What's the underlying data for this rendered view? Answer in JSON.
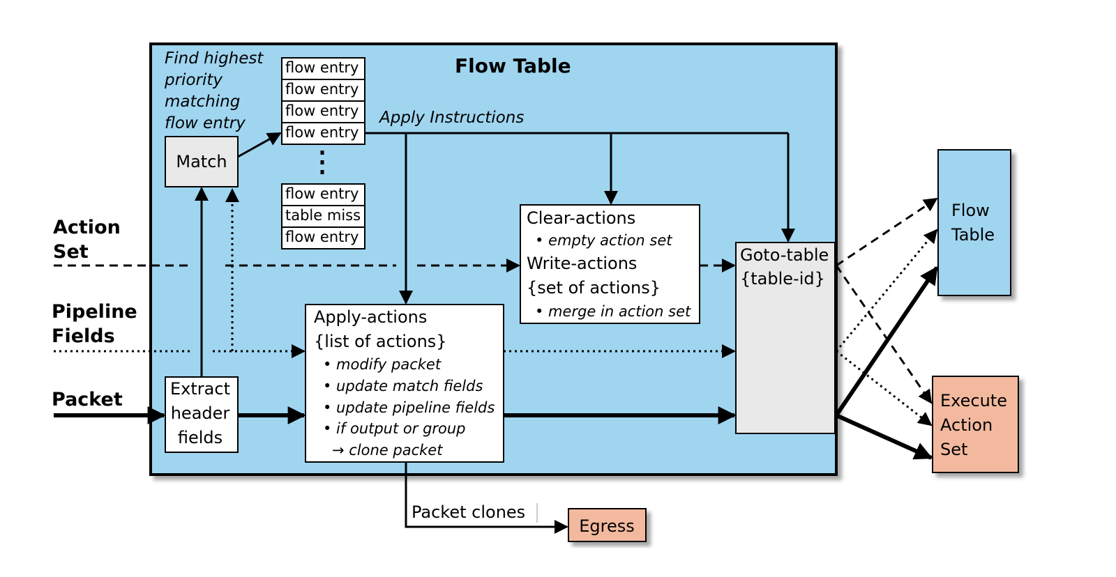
{
  "flow_table": {
    "title": "Flow Table",
    "find_text": [
      "Find highest",
      "priority",
      "matching",
      "flow entry"
    ],
    "match_label": "Match",
    "entries_top": [
      "flow entry",
      "flow entry",
      "flow entry",
      "flow entry"
    ],
    "entries_bottom": [
      "flow entry",
      "table miss",
      "flow entry"
    ],
    "apply_instructions": "Apply Instructions",
    "extract_label": [
      "Extract",
      "header",
      "fields"
    ],
    "clear_actions": {
      "title": "Clear-actions",
      "sub": "• empty action set",
      "write_title": "Write-actions",
      "write_sub": "{set of actions}",
      "merge": "• merge in action set"
    },
    "apply_actions": {
      "title": "Apply-actions",
      "sub": "{list of actions}",
      "items": [
        "• modify packet",
        "• update match fields",
        "• update pipeline fields",
        "• if output or group"
      ],
      "clone": "→ clone packet"
    },
    "goto": [
      "Goto-table",
      "{table-id}"
    ]
  },
  "inputs": {
    "action_set": [
      "Action",
      "Set"
    ],
    "pipeline_fields": [
      "Pipeline",
      "Fields"
    ],
    "packet": "Packet"
  },
  "outputs": {
    "next_table": [
      "Flow",
      "Table"
    ],
    "execute": [
      "Execute",
      "Action",
      "Set"
    ],
    "egress": "Egress",
    "packet_clones": "Packet clones"
  },
  "colors": {
    "table_fill": "#a0d5f0",
    "grey_box": "#e9e9e9",
    "salmon": "#f2b99f",
    "stroke": "#000000"
  }
}
